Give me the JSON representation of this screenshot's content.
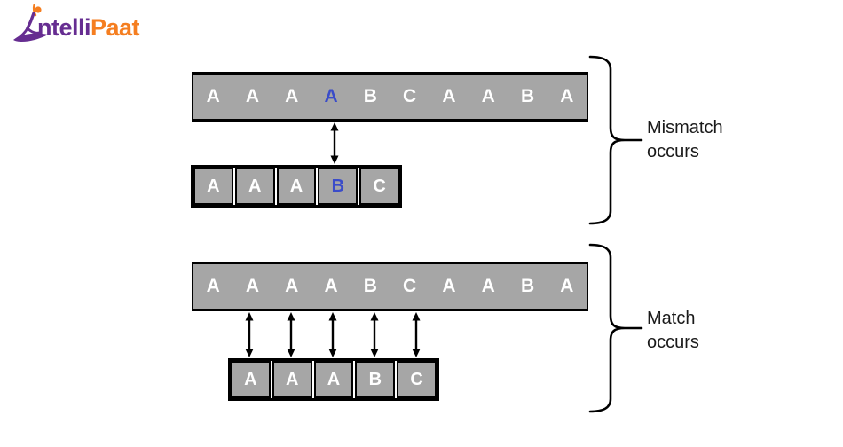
{
  "logo": {
    "part1": "ntelli",
    "part2": "Paat"
  },
  "colors": {
    "bar_gray": "#a6a6a6",
    "highlight_blue": "#3a4cc9",
    "letter_white": "#ffffff",
    "line_black": "#000000",
    "label_text": "#1a1a1a",
    "logo_purple": "#662d91",
    "logo_orange": "#f57e20"
  },
  "diagram1": {
    "label": "Mismatch occurs",
    "text": [
      "A",
      "A",
      "A",
      "A",
      "B",
      "C",
      "A",
      "A",
      "B",
      "A"
    ],
    "text_highlight_index": 3,
    "pattern": [
      "A",
      "A",
      "A",
      "B",
      "C"
    ],
    "pattern_highlight_index": 3
  },
  "diagram2": {
    "label": "Match occurs",
    "text": [
      "A",
      "A",
      "A",
      "A",
      "B",
      "C",
      "A",
      "A",
      "B",
      "A"
    ],
    "pattern": [
      "A",
      "A",
      "A",
      "B",
      "C"
    ]
  }
}
